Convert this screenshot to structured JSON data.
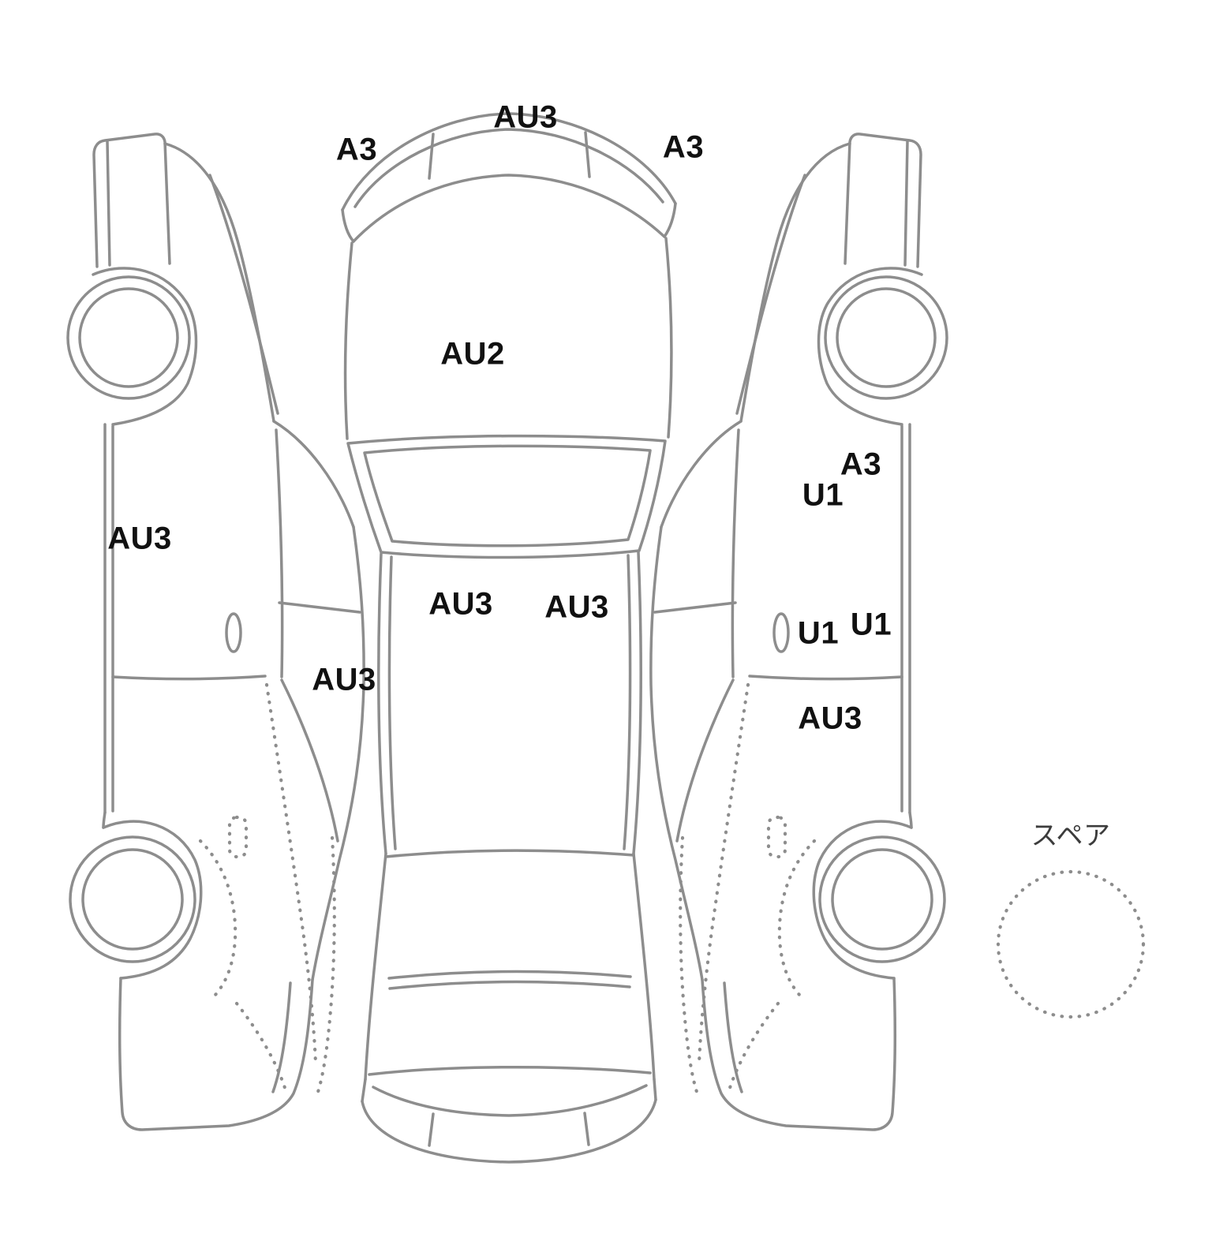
{
  "diagram": {
    "type": "vehicle-condition-diagram",
    "line_color": "#8d8d8d",
    "label_color": "#111111",
    "spare_label_color": "#3c3c3c",
    "labels": [
      {
        "area": "front-bumper",
        "text": "AU3"
      },
      {
        "area": "front-left-corner",
        "text": "A3"
      },
      {
        "area": "front-right-corner",
        "text": "A3"
      },
      {
        "area": "hood",
        "text": "AU2"
      },
      {
        "area": "right-front-fender",
        "text": "A3"
      },
      {
        "area": "right-front-pillar",
        "text": "U1"
      },
      {
        "area": "left-front-door",
        "text": "AU3"
      },
      {
        "area": "roof-front-left",
        "text": "AU3"
      },
      {
        "area": "roof-front-right",
        "text": "AU3"
      },
      {
        "area": "right-front-door",
        "text": "U1"
      },
      {
        "area": "right-rear-door-upper",
        "text": "U1"
      },
      {
        "area": "left-rear-door",
        "text": "AU3"
      },
      {
        "area": "right-rear-door",
        "text": "AU3"
      },
      {
        "area": "spare-tire",
        "text": "スペア"
      }
    ]
  }
}
